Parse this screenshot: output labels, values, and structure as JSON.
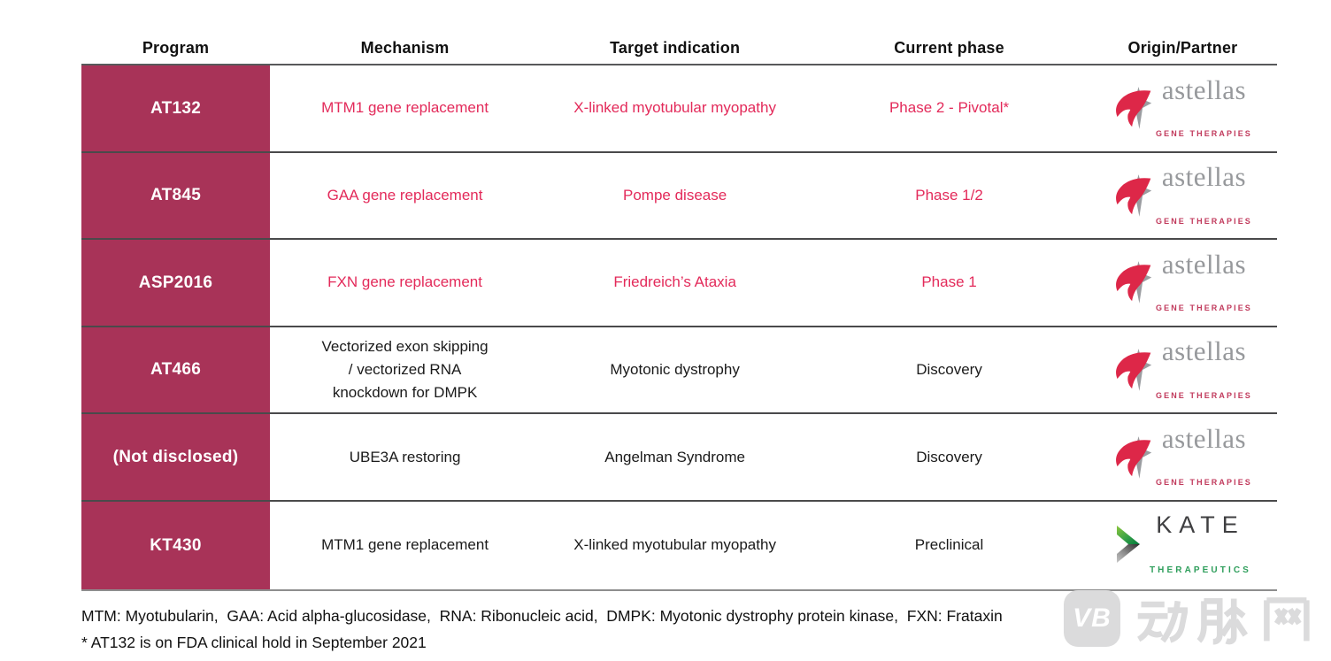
{
  "table": {
    "headers": [
      {
        "label": "Program"
      },
      {
        "label": "Mechanism"
      },
      {
        "label": "Target indication"
      },
      {
        "label": "Current phase"
      },
      {
        "label": "Origin/Partner"
      }
    ],
    "rows": [
      {
        "program": "AT132",
        "mechanism": "MTM1 gene replacement",
        "indication": "X-linked myotubular myopathy",
        "phase": "Phase 2 - Pivotal*",
        "partner": "astellas",
        "highlight": "red"
      },
      {
        "program": "AT845",
        "mechanism": "GAA gene replacement",
        "indication": "Pompe disease",
        "phase": "Phase 1/2",
        "partner": "astellas",
        "highlight": "red"
      },
      {
        "program": "ASP2016",
        "mechanism": "FXN gene replacement",
        "indication": "Friedreich’s Ataxia",
        "phase": "Phase 1",
        "partner": "astellas",
        "highlight": "red"
      },
      {
        "program": "AT466",
        "mechanism": [
          "Vectorized exon skipping",
          "/ vectorized RNA",
          "knockdown for DMPK"
        ],
        "indication": "Myotonic dystrophy",
        "phase": "Discovery",
        "partner": "astellas",
        "highlight": "dark"
      },
      {
        "program": "(Not disclosed)",
        "mechanism": "UBE3A restoring",
        "indication": "Angelman Syndrome",
        "phase": "Discovery",
        "partner": "astellas",
        "highlight": "dark"
      },
      {
        "program": "KT430",
        "mechanism": "MTM1 gene replacement",
        "indication": "X-linked myotubular myopathy",
        "phase": "Preclinical",
        "partner": "kate",
        "highlight": "dark"
      }
    ]
  },
  "logos": {
    "astellas": {
      "wordmark": "astellas",
      "subtitle": "GENE THERAPIES"
    },
    "kate": {
      "wordmark": "KATE",
      "subtitle": "THERAPEUTICS"
    }
  },
  "footnotes": {
    "abbreviations": "MTM: Myotubularin,  GAA: Acid alpha-glucosidase,  RNA: Ribonucleic acid,  DMPK: Myotonic dystrophy protein kinase,  FXN: Frataxin",
    "asterisk_note": "* AT132 is on FDA clinical hold in September 2021"
  },
  "watermark": {
    "icon_label": "VB",
    "text": "动脉网"
  },
  "colors": {
    "program_column_bg": "#a83358",
    "highlight_text": "#e32a5a",
    "body_text": "#1a1a1a",
    "row_divider": "#4a4a4b",
    "astellas_word_gray": "#97999c",
    "astellas_red": "#dd2748",
    "astellas_star_gray": "#9b9da1",
    "kate_green": "#2e9e5b",
    "watermark_gray": "#dbdbdc"
  }
}
